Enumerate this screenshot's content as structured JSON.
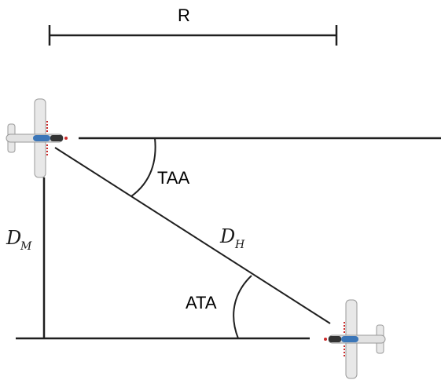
{
  "labels": {
    "range": "R",
    "taa": "TAA",
    "ata": "ATA",
    "dm_main": "D",
    "dm_sub": "M",
    "dh_main": "D",
    "dh_sub": "H"
  },
  "colors": {
    "line": "#1f1f1f",
    "aircraft_body": "#e8e8e8",
    "aircraft_outline": "#9a9a9a",
    "canopy": "#3b76b8",
    "nose": "#333333",
    "accent": "#cc2a2a"
  },
  "icons": {
    "aircraft": "aircraft-top-view-icon"
  }
}
